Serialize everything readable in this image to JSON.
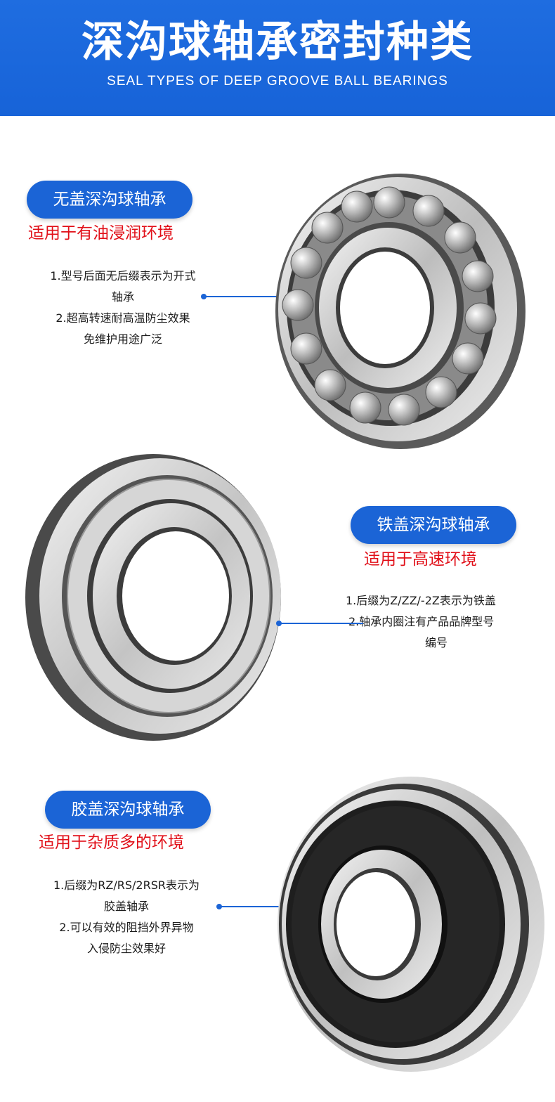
{
  "header": {
    "title": "深沟球轴承密封种类",
    "subtitle": "SEAL TYPES OF DEEP GROOVE BALL BEARINGS"
  },
  "sections": [
    {
      "name": "无盖深沟球轴承",
      "usage": "适用于有油浸润环境",
      "lines": [
        "1.型号后面无后缀表示为开式",
        "轴承",
        "2.超高转速耐高温防尘效果",
        "免维护用途广泛"
      ]
    },
    {
      "name": "铁盖深沟球轴承",
      "usage": "适用于高速环境",
      "lines": [
        "1.后缀为Z/ZZ/-2Z表示为铁盖",
        "2.轴承内圈注有产品品牌型号",
        "编号"
      ]
    },
    {
      "name": "胶盖深沟球轴承",
      "usage": "适用于杂质多的环境",
      "lines": [
        "1.后缀为RZ/RS/2RSR表示为",
        "胶盖轴承",
        "2.可以有效的阻挡外界异物",
        "入侵防尘效果好"
      ]
    }
  ],
  "colors": {
    "accent_blue": "#1b64d6",
    "header_blue": "#1f6de0",
    "usage_red": "#e10f18"
  }
}
